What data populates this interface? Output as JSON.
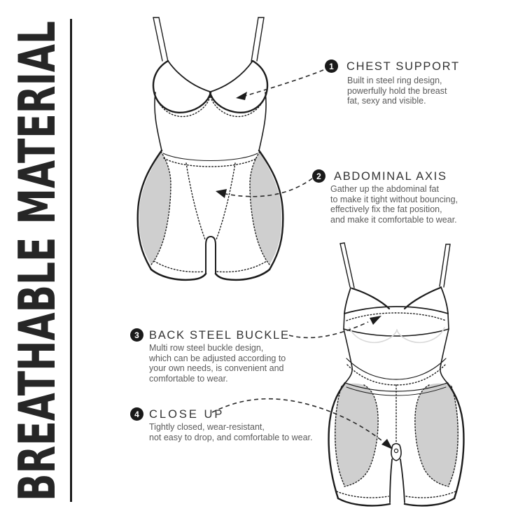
{
  "side_banner": {
    "text": "BREATHABLE MATERIAL"
  },
  "callouts": [
    {
      "number": "1",
      "title": "CHEST SUPPORT",
      "desc_lines": [
        "Built in steel ring design,",
        "powerfully hold the breast",
        "fat, sexy and visible."
      ]
    },
    {
      "number": "2",
      "title": "ABDOMINAL AXIS",
      "desc_lines": [
        "Gather up the abdominal fat",
        "to make it tight without bouncing,",
        "effectively fix the fat position,",
        "and make it comfortable to wear."
      ]
    },
    {
      "number": "3",
      "title": "BACK STEEL BUCKLE",
      "desc_lines": [
        "Multi row steel buckle design,",
        "which can be adjusted according to",
        "your own needs, is convenient and",
        "comfortable to wear."
      ]
    },
    {
      "number": "4",
      "title": "CLOSE UP",
      "desc_lines": [
        "Tightly closed, wear-resistant,",
        "not easy to drop, and comfortable to wear."
      ]
    }
  ],
  "figures": {
    "front_view": "front-view-bodysuit-drawing",
    "back_view": "back-view-bodysuit-drawing"
  },
  "colors": {
    "line": "#1c1c1c",
    "panel_fill": "#cfcfcf",
    "title_text": "#333333",
    "desc_text": "#5a5a5a",
    "badge_bg": "#1a1a1a",
    "badge_text": "#ffffff",
    "background": "#ffffff"
  }
}
